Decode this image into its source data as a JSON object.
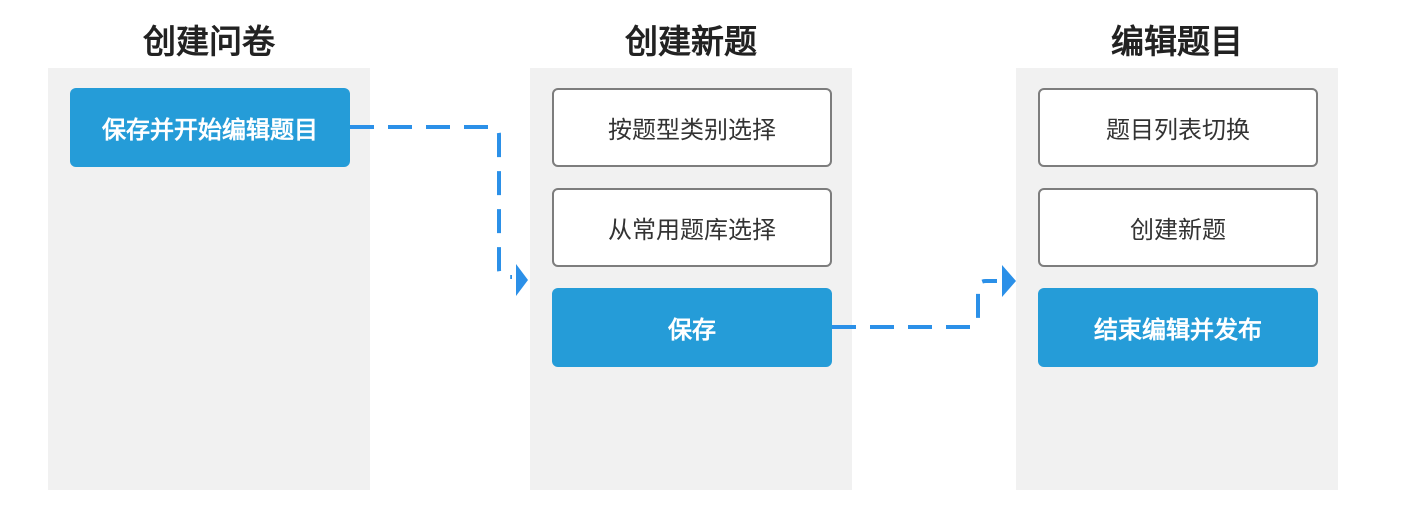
{
  "columns": [
    {
      "title": "创建问卷",
      "boxes": [
        {
          "label": "保存并开始编辑题目",
          "style": "primary"
        }
      ]
    },
    {
      "title": "创建新题",
      "boxes": [
        {
          "label": "按题型类别选择",
          "style": "outline"
        },
        {
          "label": "从常用题库选择",
          "style": "outline"
        },
        {
          "label": "保存",
          "style": "primary"
        }
      ]
    },
    {
      "title": "编辑题目",
      "boxes": [
        {
          "label": "题目列表切换",
          "style": "outline"
        },
        {
          "label": "创建新题",
          "style": "outline"
        },
        {
          "label": "结束编辑并发布",
          "style": "primary"
        }
      ]
    }
  ],
  "colors": {
    "primary": "#259cd8",
    "connector": "#2b90e8",
    "panel": "#f1f1f1",
    "outline_border": "#7d7d7d"
  },
  "connectors": [
    {
      "from": "保存并开始编辑题目",
      "to": "创建新题",
      "style": "dashed-arrow"
    },
    {
      "from": "保存",
      "to": "编辑题目",
      "style": "dashed-arrow"
    }
  ]
}
